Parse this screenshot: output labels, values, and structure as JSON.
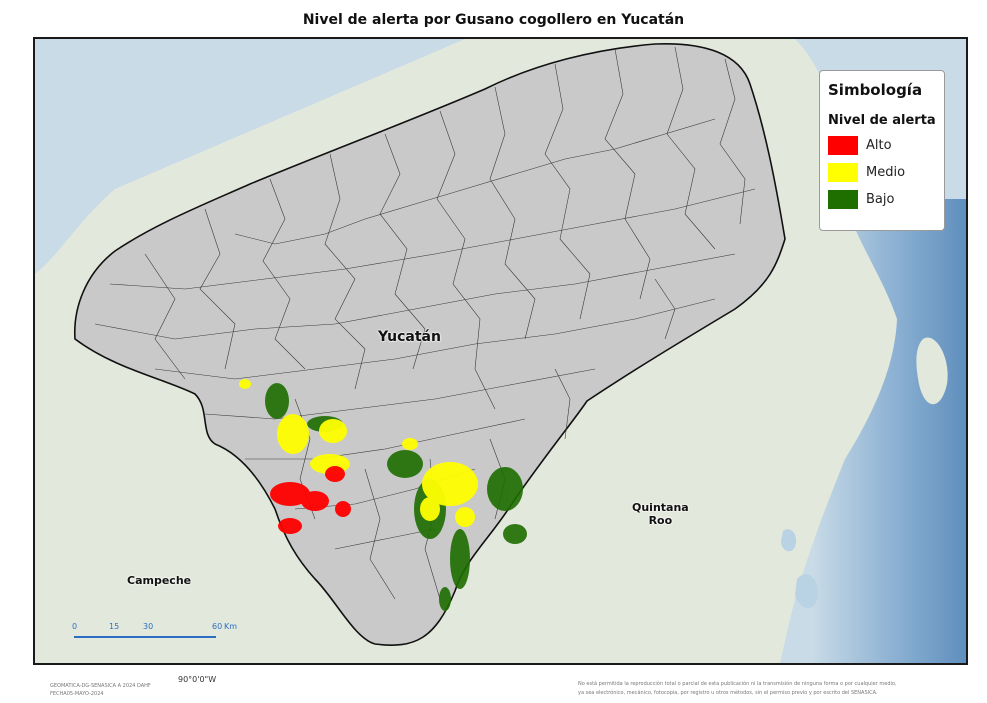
{
  "title": "Nivel de alerta por Gusano cogollero en Yucatán",
  "legend": {
    "title": "Simbología",
    "subtitle": "Nivel de alerta",
    "items": [
      {
        "label": "Alto",
        "color": "#ff0000"
      },
      {
        "label": "Medio",
        "color": "#ffff00"
      },
      {
        "label": "Bajo",
        "color": "#1e6e00"
      }
    ]
  },
  "places": {
    "yucatan": "Yucatán",
    "quintana_roo_1": "Quintana",
    "quintana_roo_2": "Roo",
    "campeche": "Campeche"
  },
  "scale": {
    "ticks": [
      "0",
      "15",
      "30",
      "60"
    ],
    "unit": "Km"
  },
  "coordinate_label": "90°0'0\"W",
  "credits": {
    "line1": "GEOMATICA-DG-SENASICA A 2024 DAHF",
    "line2": "FECHA05-MAYO-2024"
  },
  "disclaimer": {
    "line1": "No está permitida la reproducción total o parcial de esta publicación ni la transmisión de ninguna forma o por cualquier medio,",
    "line2": "ya sea electrónico, mecánico, fotocopia, por registro u otros métodos, sin el permiso previo y por escrito del SENASICA."
  },
  "colors": {
    "sea": "#c9dbe6",
    "land": "#e3e8dc",
    "state_fill": "#c9c9c9",
    "border": "#111111",
    "alto": "#ff0000",
    "medio": "#ffff00",
    "bajo": "#1e6e00"
  }
}
